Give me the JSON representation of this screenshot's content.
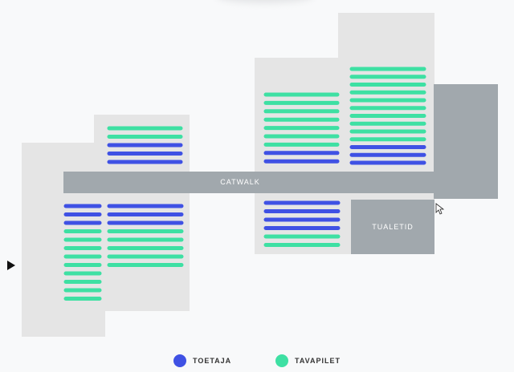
{
  "map": {
    "catwalk_label": "CATWALK",
    "toilets_label": "TUALETID"
  },
  "legend": {
    "sponsor_label": "TOETAJA",
    "regular_label": "TAVAPILET"
  },
  "colors": {
    "sponsor": "#3f51e4",
    "regular": "#3ee0a3",
    "block": "#e5e5e5",
    "dark_block": "#a1a8ad",
    "background": "#f8f9fa"
  },
  "icons": {
    "entrance": "entrance-arrow-icon",
    "cursor": "mouse-cursor-icon"
  },
  "seating": {
    "upper_left": [
      "regular",
      "regular",
      "sponsor",
      "sponsor",
      "sponsor"
    ],
    "upper_center": [
      "regular",
      "regular",
      "regular",
      "regular",
      "regular",
      "regular",
      "regular",
      "sponsor",
      "sponsor"
    ],
    "upper_right": [
      "regular",
      "regular",
      "regular",
      "regular",
      "regular",
      "regular",
      "regular",
      "regular",
      "regular",
      "regular",
      "sponsor",
      "sponsor",
      "sponsor"
    ],
    "lower_left_narrow": [
      "sponsor",
      "sponsor",
      "sponsor",
      "regular",
      "regular",
      "regular",
      "regular",
      "regular",
      "regular",
      "regular",
      "regular",
      "regular"
    ],
    "lower_left_wide": [
      "sponsor",
      "sponsor",
      "sponsor",
      "regular",
      "regular",
      "regular",
      "regular",
      "regular"
    ],
    "lower_center": [
      "sponsor",
      "sponsor",
      "sponsor",
      "sponsor",
      "regular",
      "regular"
    ]
  }
}
